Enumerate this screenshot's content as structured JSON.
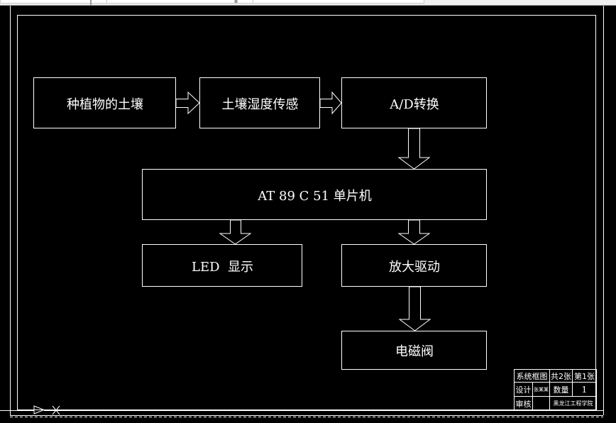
{
  "diagram": {
    "title": "系统框图",
    "blocks": [
      {
        "id": "soil",
        "label": "种植物的土壤"
      },
      {
        "id": "sensor",
        "label": "土壤湿度传感"
      },
      {
        "id": "adc",
        "label": "A/D转换"
      },
      {
        "id": "mcu",
        "label": "AT 89 C 51 单片机"
      },
      {
        "id": "led",
        "label": "LED  显示"
      },
      {
        "id": "amp",
        "label": "放大驱动"
      },
      {
        "id": "valve",
        "label": "电磁阀"
      }
    ],
    "arrows": [
      {
        "from": "soil",
        "to": "sensor",
        "direction": "right"
      },
      {
        "from": "sensor",
        "to": "adc",
        "direction": "right"
      },
      {
        "from": "adc",
        "to": "mcu",
        "direction": "down"
      },
      {
        "from": "mcu",
        "to": "led",
        "direction": "down"
      },
      {
        "from": "mcu",
        "to": "amp",
        "direction": "down"
      },
      {
        "from": "amp",
        "to": "valve",
        "direction": "down"
      }
    ]
  },
  "title_block": {
    "drawing_name": "系统框图",
    "total_sheets": "共2张",
    "sheet_no": "第1张",
    "design_label": "设计",
    "designer": "张某某",
    "quantity_label": "数量",
    "quantity": "1",
    "review_label": "审核",
    "reviewer": "",
    "school": "黑龙江工程学院"
  },
  "colors": {
    "background": "#000000",
    "lines": "#ffffff",
    "toolbar": "#f0f0f0"
  }
}
